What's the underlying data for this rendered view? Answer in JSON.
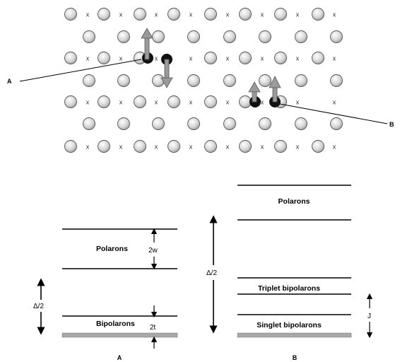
{
  "lattice": {
    "site_marker": "x",
    "rows": [
      "OxOxOxOxOxOxOxOx",
      "OOOOOOOO",
      "OxOxOxOxOxOxOxOx",
      "OOOOOOOO",
      "OxOxOxOxOxOxOxOx",
      "OOOOOOOO",
      "OxOxOxOxOxOxOxOx"
    ]
  },
  "top_labels": {
    "a": "A",
    "b": "B"
  },
  "panel_a": {
    "polarons": "Polarons",
    "bipolarons": "Bipolarons",
    "width_label": "2w",
    "gap_label": "Δ/2",
    "hopping_label": "2t",
    "caption": "A"
  },
  "panel_b": {
    "polarons": "Polarons",
    "triplet": "Triplet bipolarons",
    "singlet": "Singlet bipolarons",
    "gap_label": "Δ/2",
    "exchange_label": "J",
    "caption": "B"
  },
  "colors": {
    "ion_fill": "#d4d4d4",
    "ion_stroke": "#555555",
    "electron": "#111111",
    "spin_arrow": "#9a9a9a",
    "ground_band": "#a8a8a8"
  }
}
